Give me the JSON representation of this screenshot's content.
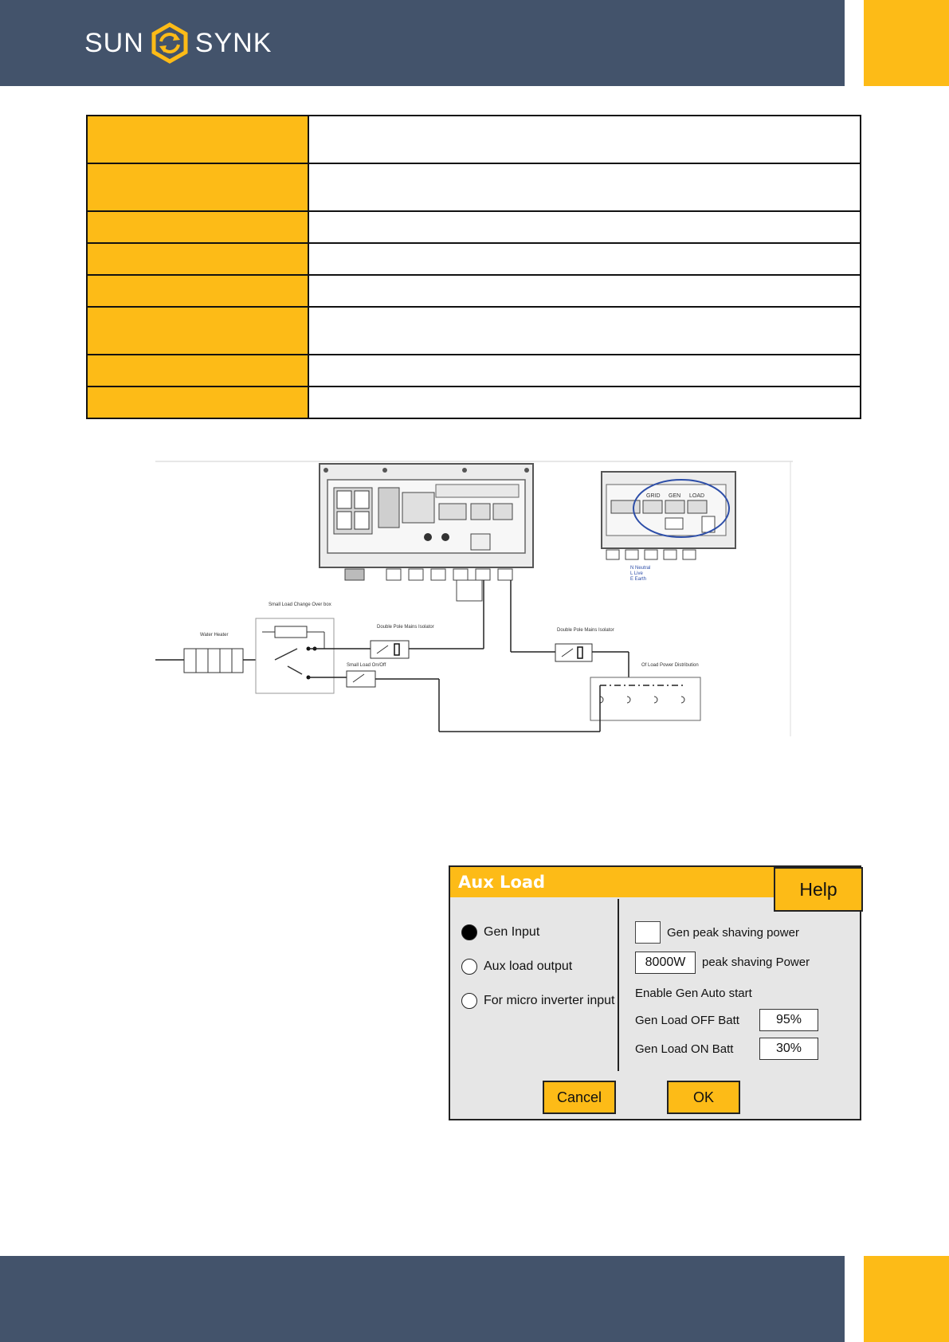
{
  "header": {
    "logo_left": "SUN",
    "logo_right": "SYNK",
    "colors": {
      "bar": "#43536b",
      "accent": "#fdbb17"
    }
  },
  "spec_table": {
    "rows": [
      {
        "key": "",
        "value": ""
      },
      {
        "key": "",
        "value": ""
      },
      {
        "key": "",
        "value": ""
      },
      {
        "key": "",
        "value": ""
      },
      {
        "key": "",
        "value": ""
      },
      {
        "key": "",
        "value": ""
      },
      {
        "key": "",
        "value": ""
      },
      {
        "key": "",
        "value": ""
      }
    ]
  },
  "diagram": {
    "labels": {
      "water_heater": "Water Heater",
      "change_over": "Small Load Change Over box",
      "isolator_1": "Double Pole Mains Isolator",
      "isolator_2": "Double Pole Mains Isolator",
      "small_load": "Small Load On/Off",
      "distribution": "Of Load Power Distribution",
      "grid": "GRID",
      "gen": "GEN",
      "load": "LOAD",
      "neutral": "N Neutral",
      "live": "L Live",
      "earth": "E Earth"
    }
  },
  "aux_load": {
    "title": "Aux Load",
    "help": "Help",
    "options": [
      {
        "label": "Gen Input",
        "selected": true
      },
      {
        "label": "Aux load output",
        "selected": false
      },
      {
        "label": "For micro inverter input",
        "selected": false
      }
    ],
    "gen_peak_shaving_label": "Gen peak shaving power",
    "peak_power_value": "8000W",
    "peak_power_label": "peak shaving Power",
    "auto_start_label": "Enable Gen Auto start",
    "off_batt_label": "Gen Load OFF Batt",
    "off_batt_value": "95%",
    "on_batt_label": "Gen Load ON Batt",
    "on_batt_value": "30%",
    "cancel": "Cancel",
    "ok": "OK"
  }
}
